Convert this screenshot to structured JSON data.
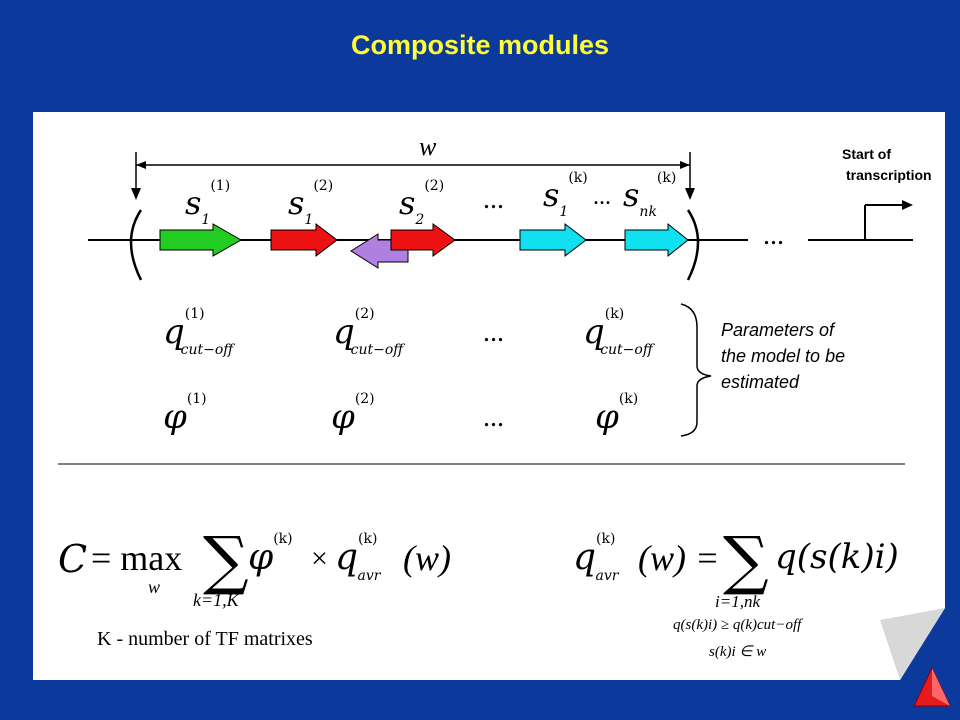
{
  "title": "Composite modules",
  "diagram": {
    "window_label": "w",
    "tss_label_line1": "Start of",
    "tss_label_line2": "transcription",
    "ellipsis": "...",
    "sites": [
      {
        "base": "s",
        "sub": "1",
        "sup": "(1)",
        "color": "#22cc22"
      },
      {
        "base": "s",
        "sub": "1",
        "sup": "(2)",
        "color": "#ee1111"
      },
      {
        "base": "s",
        "sub": "2",
        "sup": "(2)",
        "color": "#ee1111"
      },
      {
        "base": "s",
        "sub": "1",
        "sup": "(k)",
        "color": "#11e0f0"
      },
      {
        "base": "s",
        "sub": "nk",
        "sup": "(k)",
        "color": "#11e0f0"
      }
    ],
    "reverse_site_color": "#b080e0"
  },
  "params": {
    "q_base": "q",
    "q_sub": "cut−off",
    "q_sups": [
      "(1)",
      "(2)",
      "(k)"
    ],
    "phi_base": "φ",
    "phi_sups": [
      "(1)",
      "(2)",
      "(k)"
    ],
    "brace_text_line1": "Parameters of",
    "brace_text_line2": "the model to be",
    "brace_text_line3": "estimated"
  },
  "formulas": {
    "left_C": "C",
    "left_eq": "= max",
    "left_under": "w",
    "left_sum_sub": "k=1,K",
    "left_phi": "φ",
    "left_phi_sup": "(k)",
    "left_times": "×",
    "left_q": "q",
    "left_q_sup": "(k)",
    "left_q_sub": "avr",
    "left_w": "(w)",
    "right_q": "q",
    "right_q_sup": "(k)",
    "right_q_sub": "avr",
    "right_w": "(w) =",
    "right_sum_sub1": "i=1,nk",
    "right_sum_sub2": "q(s(k)i) ≥ q(k)cut−off",
    "right_sum_sub3": "s(k)i ∈ w",
    "right_term": "q(s(k)i)",
    "note": "K - number of TF matrixes"
  }
}
